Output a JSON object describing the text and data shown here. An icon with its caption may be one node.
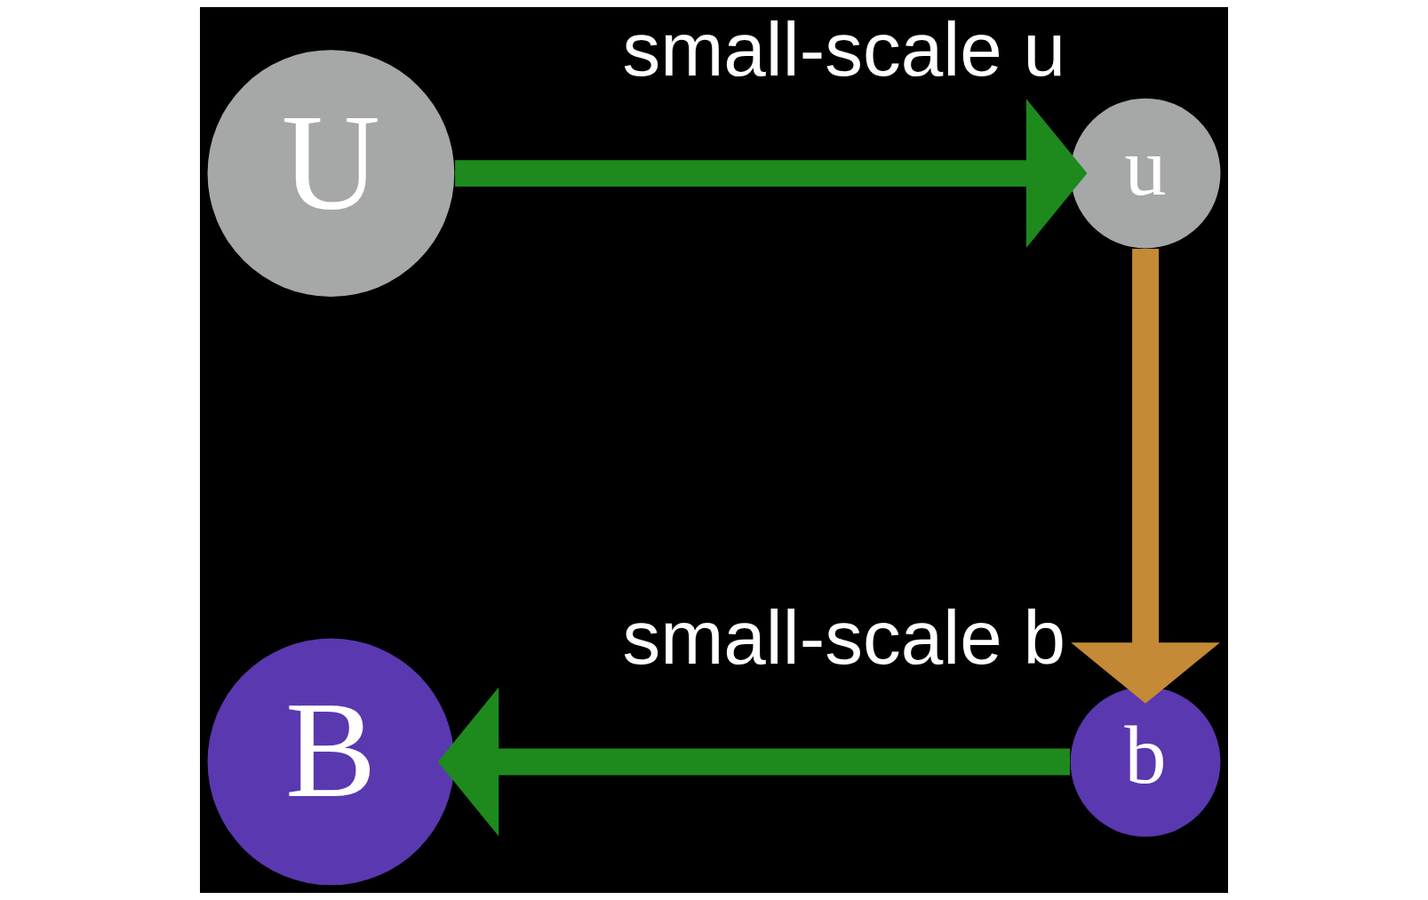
{
  "diagram": {
    "nodes": [
      {
        "text": [
          "U"
        ]
      },
      {
        "text": [
          "u"
        ],
        "beside": [
          "small-scale u"
        ]
      },
      {
        "text": [
          "b"
        ],
        "beside": [
          "small-scale b"
        ]
      },
      {
        "text": [
          "B"
        ]
      }
    ],
    "edges": [
      {
        "from": 0,
        "to": 1,
        "arrow": "to"
      },
      {
        "from": 1,
        "to": 2,
        "arrow": "to",
        "color": "#c58a35"
      },
      {
        "from": 2,
        "to": 3,
        "arrow": "to"
      }
    ]
  }
}
